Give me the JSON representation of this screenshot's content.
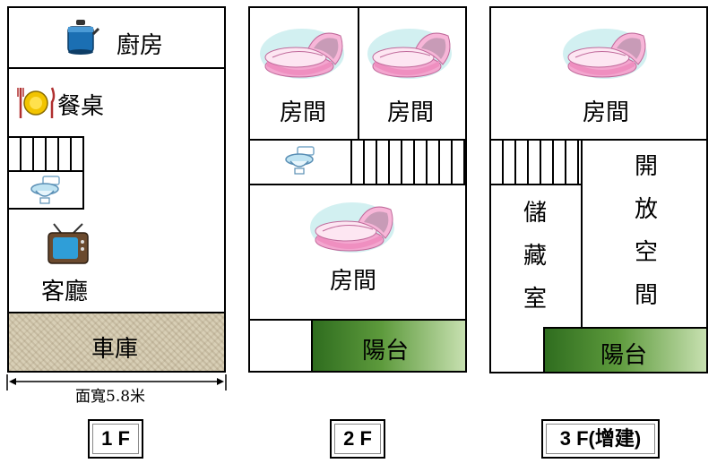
{
  "floor1": {
    "kitchen": "廚房",
    "dining": "餐桌",
    "living": "客廳",
    "garage": "車庫",
    "width_note": "面寬5.8米",
    "label": "1 F"
  },
  "floor2": {
    "room_a": "房間",
    "room_b": "房間",
    "room_c": "房間",
    "balcony": "陽台",
    "label": "2 F"
  },
  "floor3": {
    "room": "房間",
    "storage": [
      "儲",
      "藏",
      "室"
    ],
    "open_space": [
      "開",
      "放",
      "空",
      "間"
    ],
    "balcony": "陽台",
    "label": "3 F(增建)"
  },
  "colors": {
    "balcony_dark": "#2f6d1f",
    "garage": "#d8cfb6",
    "bed_pink": "#f3a6cf",
    "bed_glow": "#cdeef0"
  },
  "icons": [
    "kettle-icon",
    "plate-cutlery-icon",
    "toilet-icon",
    "tv-icon",
    "cradle-icon"
  ]
}
